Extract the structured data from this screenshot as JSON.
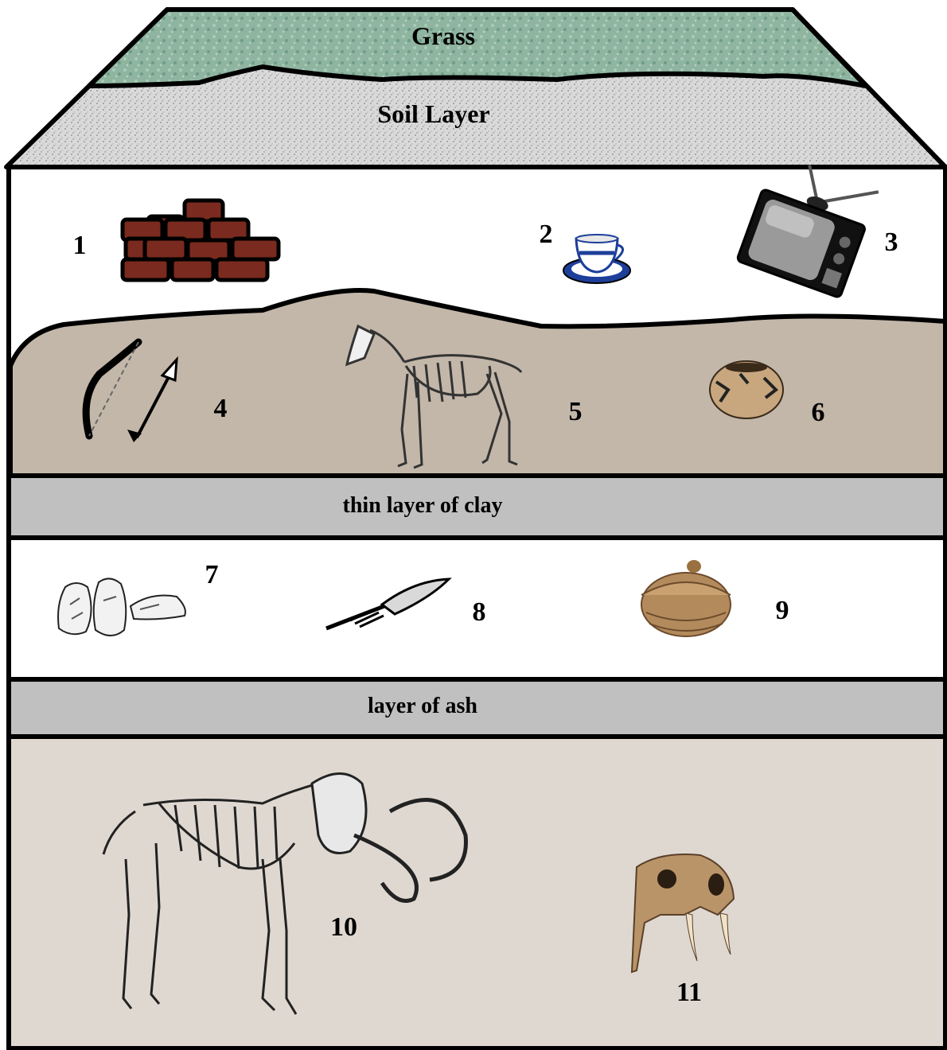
{
  "layers": {
    "grass": "Grass",
    "soil": "Soil Layer",
    "clay": "thin layer of clay",
    "ash": "layer of ash"
  },
  "artifacts": [
    {
      "number": "1",
      "icon": "brick-wall-icon"
    },
    {
      "number": "2",
      "icon": "teacup-icon"
    },
    {
      "number": "3",
      "icon": "television-icon"
    },
    {
      "number": "4",
      "icon": "bow-and-arrow-icon"
    },
    {
      "number": "5",
      "icon": "horse-skeleton-icon"
    },
    {
      "number": "6",
      "icon": "pottery-jar-icon"
    },
    {
      "number": "7",
      "icon": "stone-tools-icon"
    },
    {
      "number": "8",
      "icon": "spear-point-icon"
    },
    {
      "number": "9",
      "icon": "woven-basket-icon"
    },
    {
      "number": "10",
      "icon": "mammoth-skeleton-icon"
    },
    {
      "number": "11",
      "icon": "sabertooth-skull-icon"
    }
  ],
  "colors": {
    "grass": "#8fb5a0",
    "soil": "#d6d6d6",
    "top_layer": "#ffffff",
    "brown_layer": "#c3b7a9",
    "clay": "#c0c0c0",
    "ash": "#c0c0c0",
    "bottom_layer": "#dfd8d1",
    "brick": "#7a2a1e",
    "outline": "#000000"
  }
}
